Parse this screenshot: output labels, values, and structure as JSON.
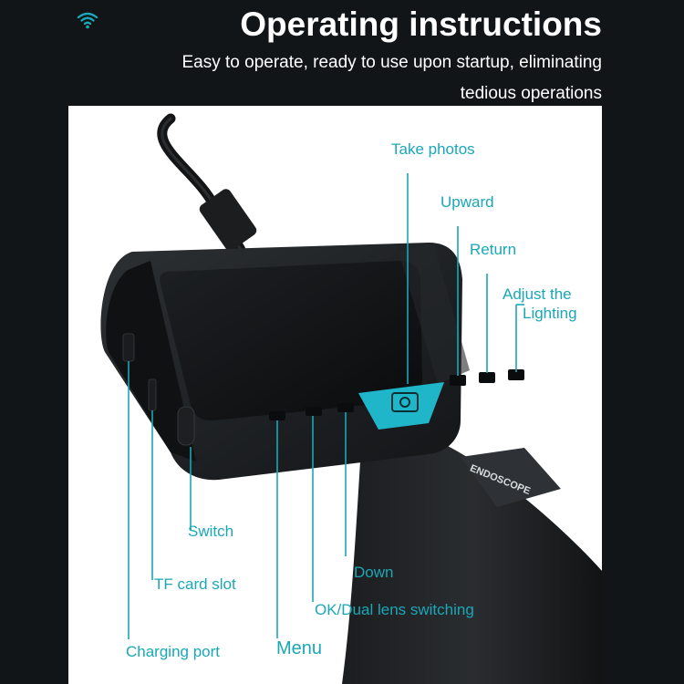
{
  "header": {
    "title": "Operating instructions",
    "subtitle_line1": "Easy to operate, ready to use upon startup, eliminating",
    "subtitle_line2": "tedious operations"
  },
  "device": {
    "brand": "ENDOSCOPE"
  },
  "labels": {
    "take_photos": "Take photos",
    "upward": "Upward",
    "return": "Return",
    "adjust_line1": "Adjust the",
    "adjust_line2": "Lighting",
    "switch": "Switch",
    "tf_card_slot": "TF card slot",
    "down": "Down",
    "ok_dual": "OK/Dual lens switching",
    "charging_port": "Charging port",
    "menu": "Menu"
  },
  "colors": {
    "background": "#121518",
    "accent": "#1aa7b7",
    "panel": "#ffffff"
  },
  "icons": [
    "wifi-icon",
    "camera-icon"
  ]
}
